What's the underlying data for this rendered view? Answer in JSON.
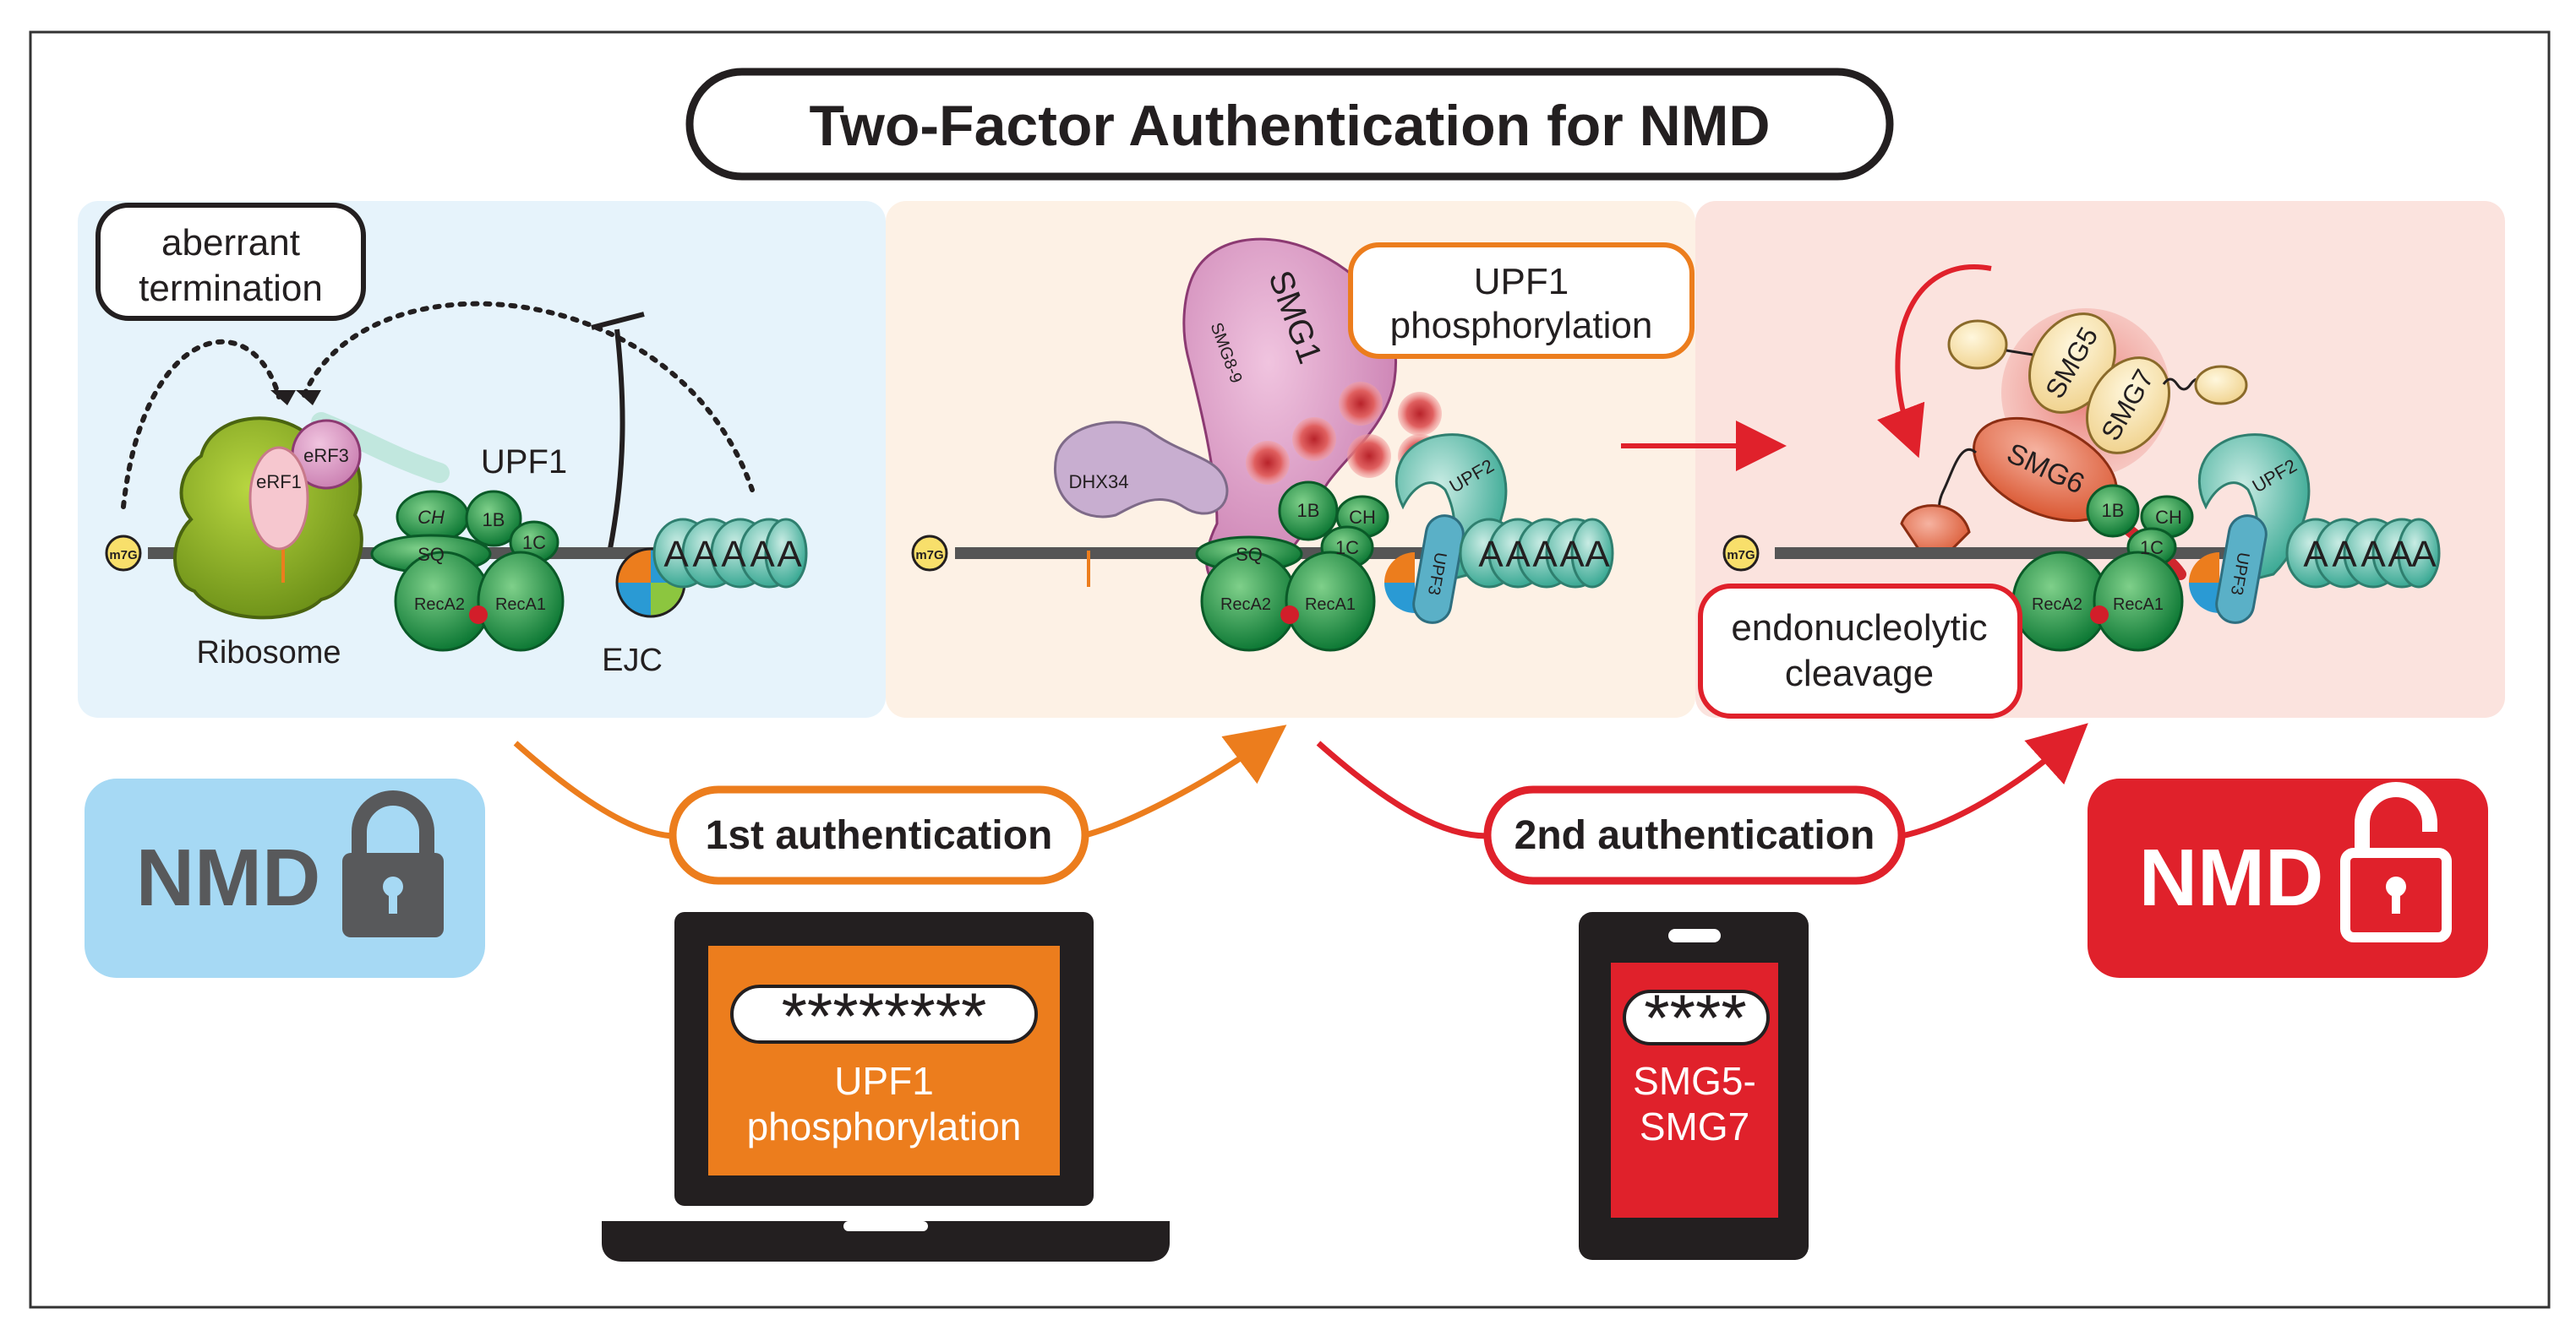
{
  "title": "Two-Factor Authentication for NMD",
  "panel1": {
    "bubble": [
      "aberrant",
      "termination"
    ],
    "label_upf1": "UPF1",
    "label_ribosome": "Ribosome",
    "label_ejc": "EJC",
    "label_erf3": "eRF3",
    "label_erf1": "eRF1",
    "label_ch": "CH",
    "label_1b": "1B",
    "label_1c": "1C",
    "label_sq": "SQ",
    "label_reca2": "RecA2",
    "label_reca1": "RecA1",
    "cap": "m7G",
    "polya": [
      "A",
      "A",
      "A",
      "A",
      "A"
    ]
  },
  "panel2": {
    "bubble": [
      "UPF1",
      "phosphorylation"
    ],
    "label_smg1": "SMG1",
    "label_smg89": "SMG8-9",
    "label_dhx34": "DHX34",
    "label_upf2": "UPF2",
    "label_upf3": "UPF3",
    "label_1b": "1B",
    "label_1c": "1C",
    "label_ch": "CH",
    "label_sq": "SQ",
    "label_reca2": "RecA2",
    "label_reca1": "RecA1",
    "cap": "m7G",
    "polya": [
      "A",
      "A",
      "A",
      "A",
      "A"
    ]
  },
  "panel3": {
    "bubble": [
      "endonucleolytic",
      "cleavage"
    ],
    "label_smg5": "SMG5",
    "label_smg7": "SMG7",
    "label_smg6": "SMG6",
    "label_upf2": "UPF2",
    "label_upf3": "UPF3",
    "label_1b": "1B",
    "label_1c": "1C",
    "label_ch": "CH",
    "label_reca2": "RecA2",
    "label_reca1": "RecA1",
    "cap": "m7G",
    "polya": [
      "A",
      "A",
      "A",
      "A",
      "A"
    ]
  },
  "auth1": "1st authentication",
  "auth2": "2nd authentication",
  "nmd_locked": "NMD",
  "nmd_unlocked": "NMD",
  "laptop": {
    "password": "********",
    "text": [
      "UPF1",
      "phosphorylation"
    ]
  },
  "phone": {
    "password": "****",
    "text": [
      "SMG5-",
      "SMG7"
    ]
  },
  "colors": {
    "blue_panel": "#e6f3fb",
    "peach_panel": "#fdf1e5",
    "pink_panel": "#fbe3de",
    "orange": "#ec7d1d",
    "red": "#e0212b",
    "lock_blue": "#a6d9f4",
    "green": "#17943f",
    "teal": "#68c2b0"
  }
}
